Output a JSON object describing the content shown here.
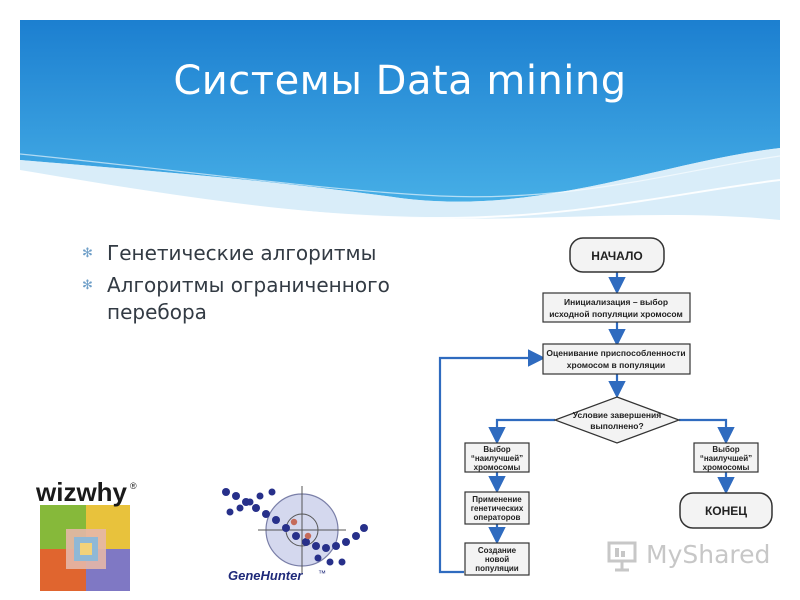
{
  "slide": {
    "title": "Системы Data mining",
    "bullets": [
      "Генетические алгоритмы",
      "Алгоритмы ограниченного перебора"
    ]
  },
  "flowchart": {
    "start": "НАЧАЛО",
    "init_line1": "Инициализация – выбор",
    "init_line2": "исходной популяции хромосом",
    "eval_line1": "Оценивание приспособленности",
    "eval_line2": "хромосом в популяции",
    "cond_line1": "Условие завершения",
    "cond_line2": "выполнено?",
    "select_left_line1": "Выбор",
    "select_left_line2": "“наилучшей”",
    "select_left_line3": "хромосомы",
    "select_right_line1": "Выбор",
    "select_right_line2": "“наилучшей”",
    "select_right_line3": "хромосомы",
    "apply_line1": "Применение",
    "apply_line2": "генетических",
    "apply_line3": "операторов",
    "create_line1": "Создание",
    "create_line2": "новой",
    "create_line3": "популяции",
    "end": "КОНЕЦ"
  },
  "logos": {
    "wizwhy": "wizwhy",
    "wizwhy_mark": "®",
    "genehunter": "GeneHunter",
    "genehunter_mark": "™"
  },
  "watermark": {
    "text": "MyShared"
  },
  "colors": {
    "header_blue": "#2a93d8",
    "flow_arrow": "#2f6bbf",
    "box_fill": "#f3f3f3"
  }
}
